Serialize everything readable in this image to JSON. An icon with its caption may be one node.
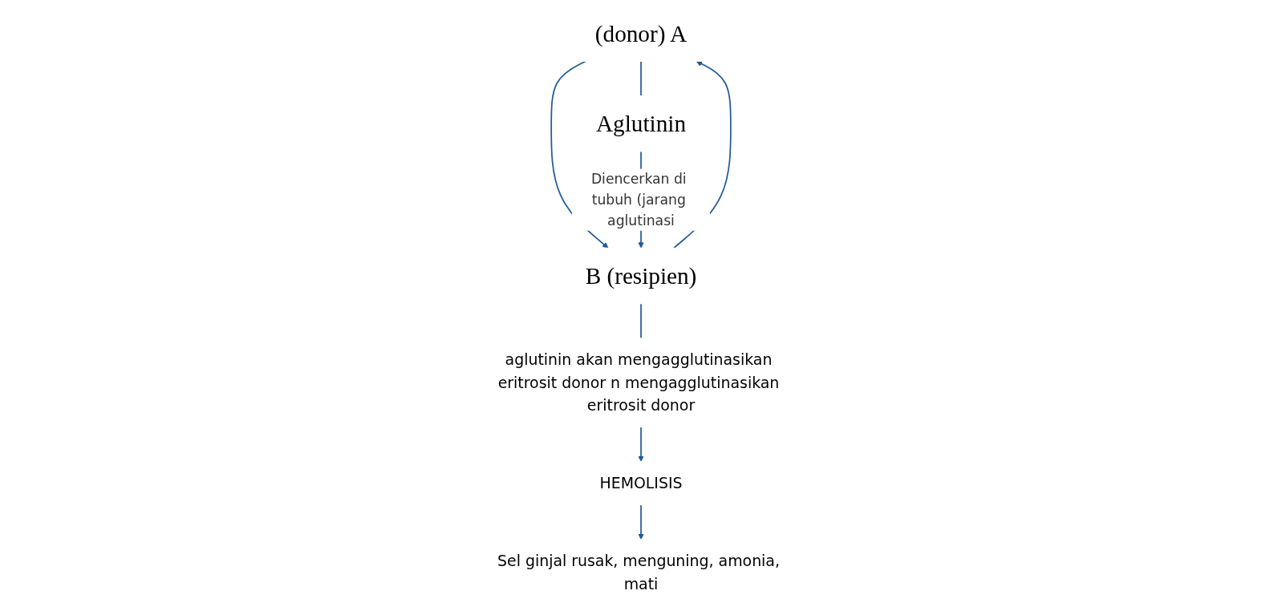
{
  "diagram": {
    "nodes": [
      {
        "text": [
          "(donor) A"
        ]
      },
      {
        "text": [
          "B (resipien)"
        ]
      },
      {
        "text": [
          "Aglutinin"
        ]
      },
      {
        "text": [
          "aglutinin akan mengagglutinasikan eritrosit donor n mengagglutinasikan eritrosit donor"
        ]
      },
      {
        "text": [
          "HEMOLISIS"
        ]
      },
      {
        "text": [
          "Sel ginjal rusak, menguning, amonia, mati"
        ]
      }
    ],
    "edges": [
      {
        "from": 0,
        "to": 1,
        "arrow": "to"
      },
      {
        "from": 0,
        "to": 2,
        "arrow": "none"
      },
      {
        "from": 1,
        "to": 0,
        "arrow": "to"
      },
      {
        "from": 1,
        "to": 3,
        "arrow": "none"
      },
      {
        "from": 2,
        "to": 1,
        "arrow": "to",
        "label": "Diencerkan di tubuh (jarang aglutinasi"
      },
      {
        "from": 3,
        "to": 4,
        "arrow": "to"
      },
      {
        "from": 4,
        "to": 5,
        "arrow": "to"
      }
    ]
  }
}
